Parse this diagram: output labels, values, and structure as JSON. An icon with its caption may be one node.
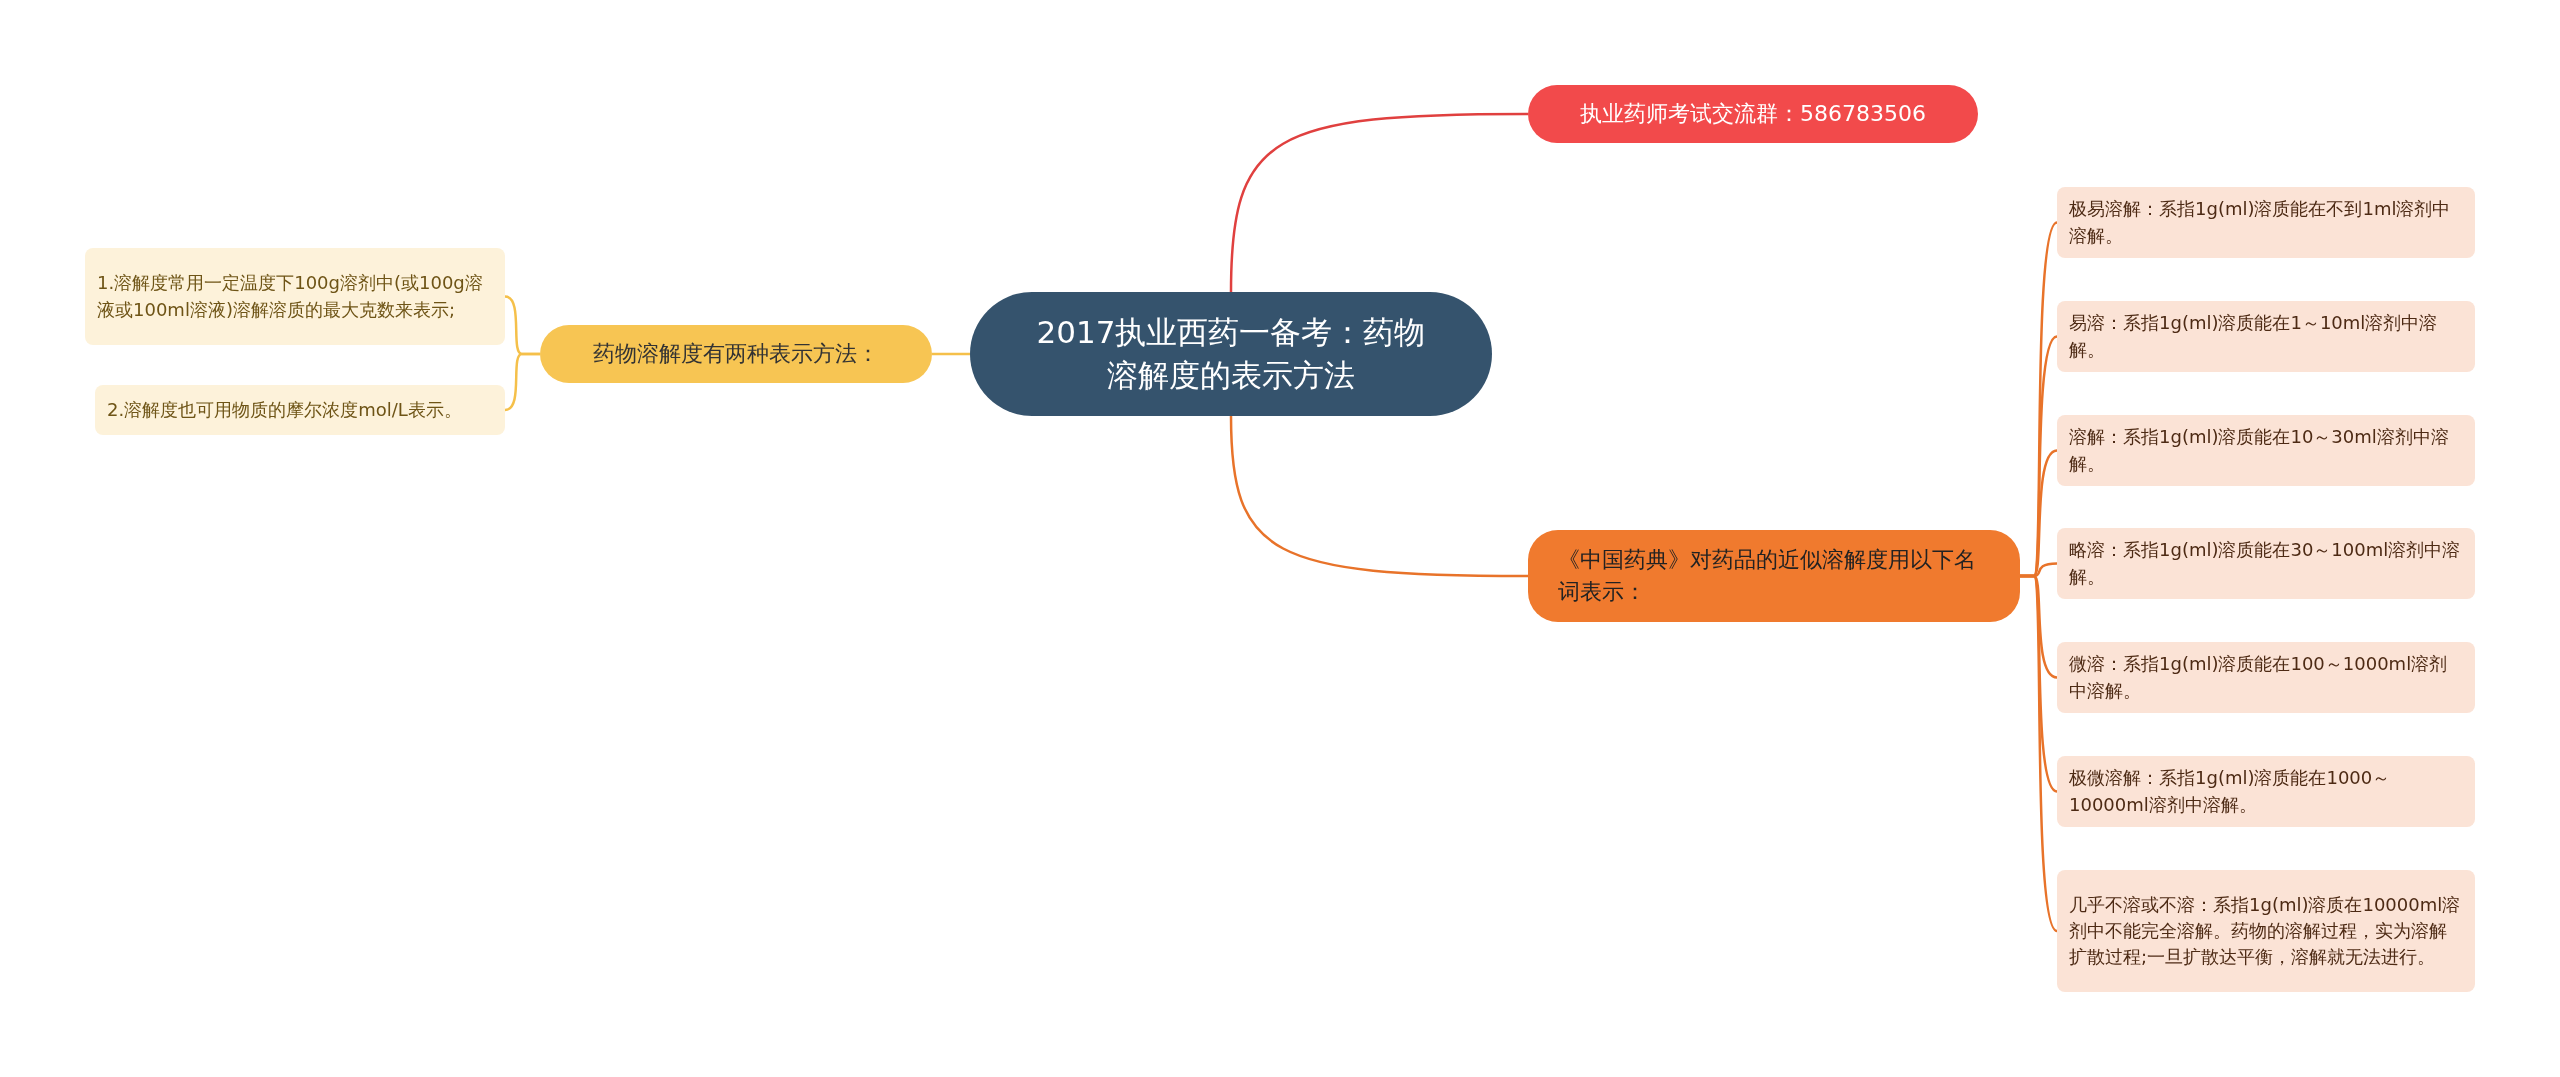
{
  "diagram": {
    "nodes": [
      {
        "text": [
          "2017执业西药一备考：药物溶解度的表示方法"
        ]
      },
      {
        "text": [
          "执业药师考试交流群：586783506"
        ]
      },
      {
        "text": [
          "药物溶解度有两种表示方法："
        ]
      },
      {
        "text": [
          "1.溶解度常用一定温度下100g溶剂中(或100g溶液或100ml溶液)溶解溶质的最大克数来表示;"
        ]
      },
      {
        "text": [
          "2.溶解度也可用物质的摩尔浓度mol/L表示。"
        ]
      },
      {
        "text": [
          "《中国药典》对药品的近似溶解度用以下名词表示："
        ]
      },
      {
        "text": [
          "极易溶解：系指1g(ml)溶质能在不到1ml溶剂中溶解。"
        ]
      },
      {
        "text": [
          "易溶：系指1g(ml)溶质能在1～10ml溶剂中溶解。"
        ]
      },
      {
        "text": [
          "溶解：系指1g(ml)溶质能在10～30ml溶剂中溶解。"
        ]
      },
      {
        "text": [
          "略溶：系指1g(ml)溶质能在30～100ml溶剂中溶解。"
        ]
      },
      {
        "text": [
          "微溶：系指1g(ml)溶质能在100～1000ml溶剂中溶解。"
        ]
      },
      {
        "text": [
          "极微溶解：系指1g(ml)溶质能在1000～10000ml溶剂中溶解。"
        ]
      },
      {
        "text": [
          "几乎不溶或不溶：系指1g(ml)溶质在10000ml溶剂中不能完全溶解。药物的溶解过程，实为溶解扩散过程;一旦扩散达平衡，溶解就无法进行。"
        ]
      }
    ],
    "edges": [
      {
        "from": 0,
        "to": 1,
        "arrow": "none",
        "color": "#e0403f"
      },
      {
        "from": 0,
        "to": 2,
        "arrow": "none",
        "color": "#f5c04a"
      },
      {
        "from": 2,
        "to": 3,
        "arrow": "none",
        "color": "#f5c04a"
      },
      {
        "from": 2,
        "to": 4,
        "arrow": "none",
        "color": "#f5c04a"
      },
      {
        "from": 0,
        "to": 5,
        "arrow": "none"
      },
      {
        "from": 5,
        "to": 6,
        "arrow": "none"
      },
      {
        "from": 5,
        "to": 7,
        "arrow": "none"
      },
      {
        "from": 5,
        "to": 8,
        "arrow": "none"
      },
      {
        "from": 5,
        "to": 9,
        "arrow": "none"
      },
      {
        "from": 5,
        "to": 10,
        "arrow": "none"
      },
      {
        "from": 5,
        "to": 11,
        "arrow": "none"
      },
      {
        "from": 5,
        "to": 12,
        "arrow": "none"
      }
    ]
  }
}
